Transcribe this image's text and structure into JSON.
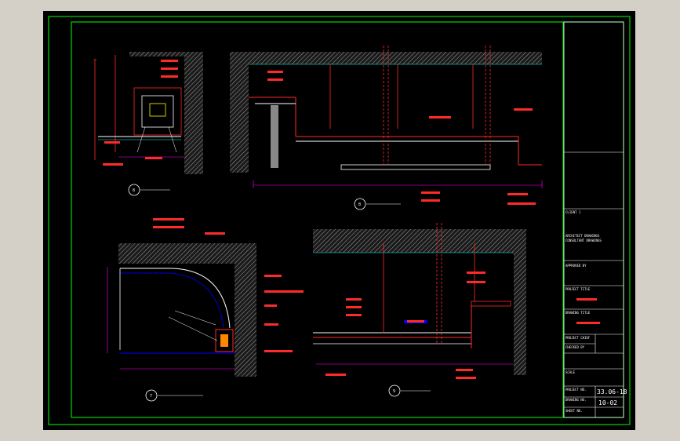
{
  "titleblock": {
    "client_label": "CLIENT 1",
    "notes": [
      "ARCHITECT DRAWINGS",
      "CONSULTANT DRAWINGS"
    ],
    "approved_label": "APPROVED BY",
    "project_label": "PROJECT TITLE",
    "drawing_label": "DRAWING TITLE",
    "project_chief_label": "PROJECT CHIEF",
    "checked_label": "CHECKED BY",
    "scale_label": "SCALE",
    "project_no_label": "PROJECT NO.",
    "project_no": "33.06-18",
    "drawing_no_label": "DRAWING NO.",
    "drawing_no": "10-02",
    "sheet_no_label": "SHEET NO."
  },
  "views": {
    "top_left_ref": "8",
    "top_right_ref": "8",
    "bottom_left_ref": "7",
    "bottom_right_ref": "9"
  },
  "colors": {
    "frame": "#00ff00",
    "annotation": "#ff2a2a",
    "dimension": "#ff00ff",
    "hatch": "#9a9a9a",
    "cyan": "#00ffff",
    "white": "#ffffff"
  }
}
